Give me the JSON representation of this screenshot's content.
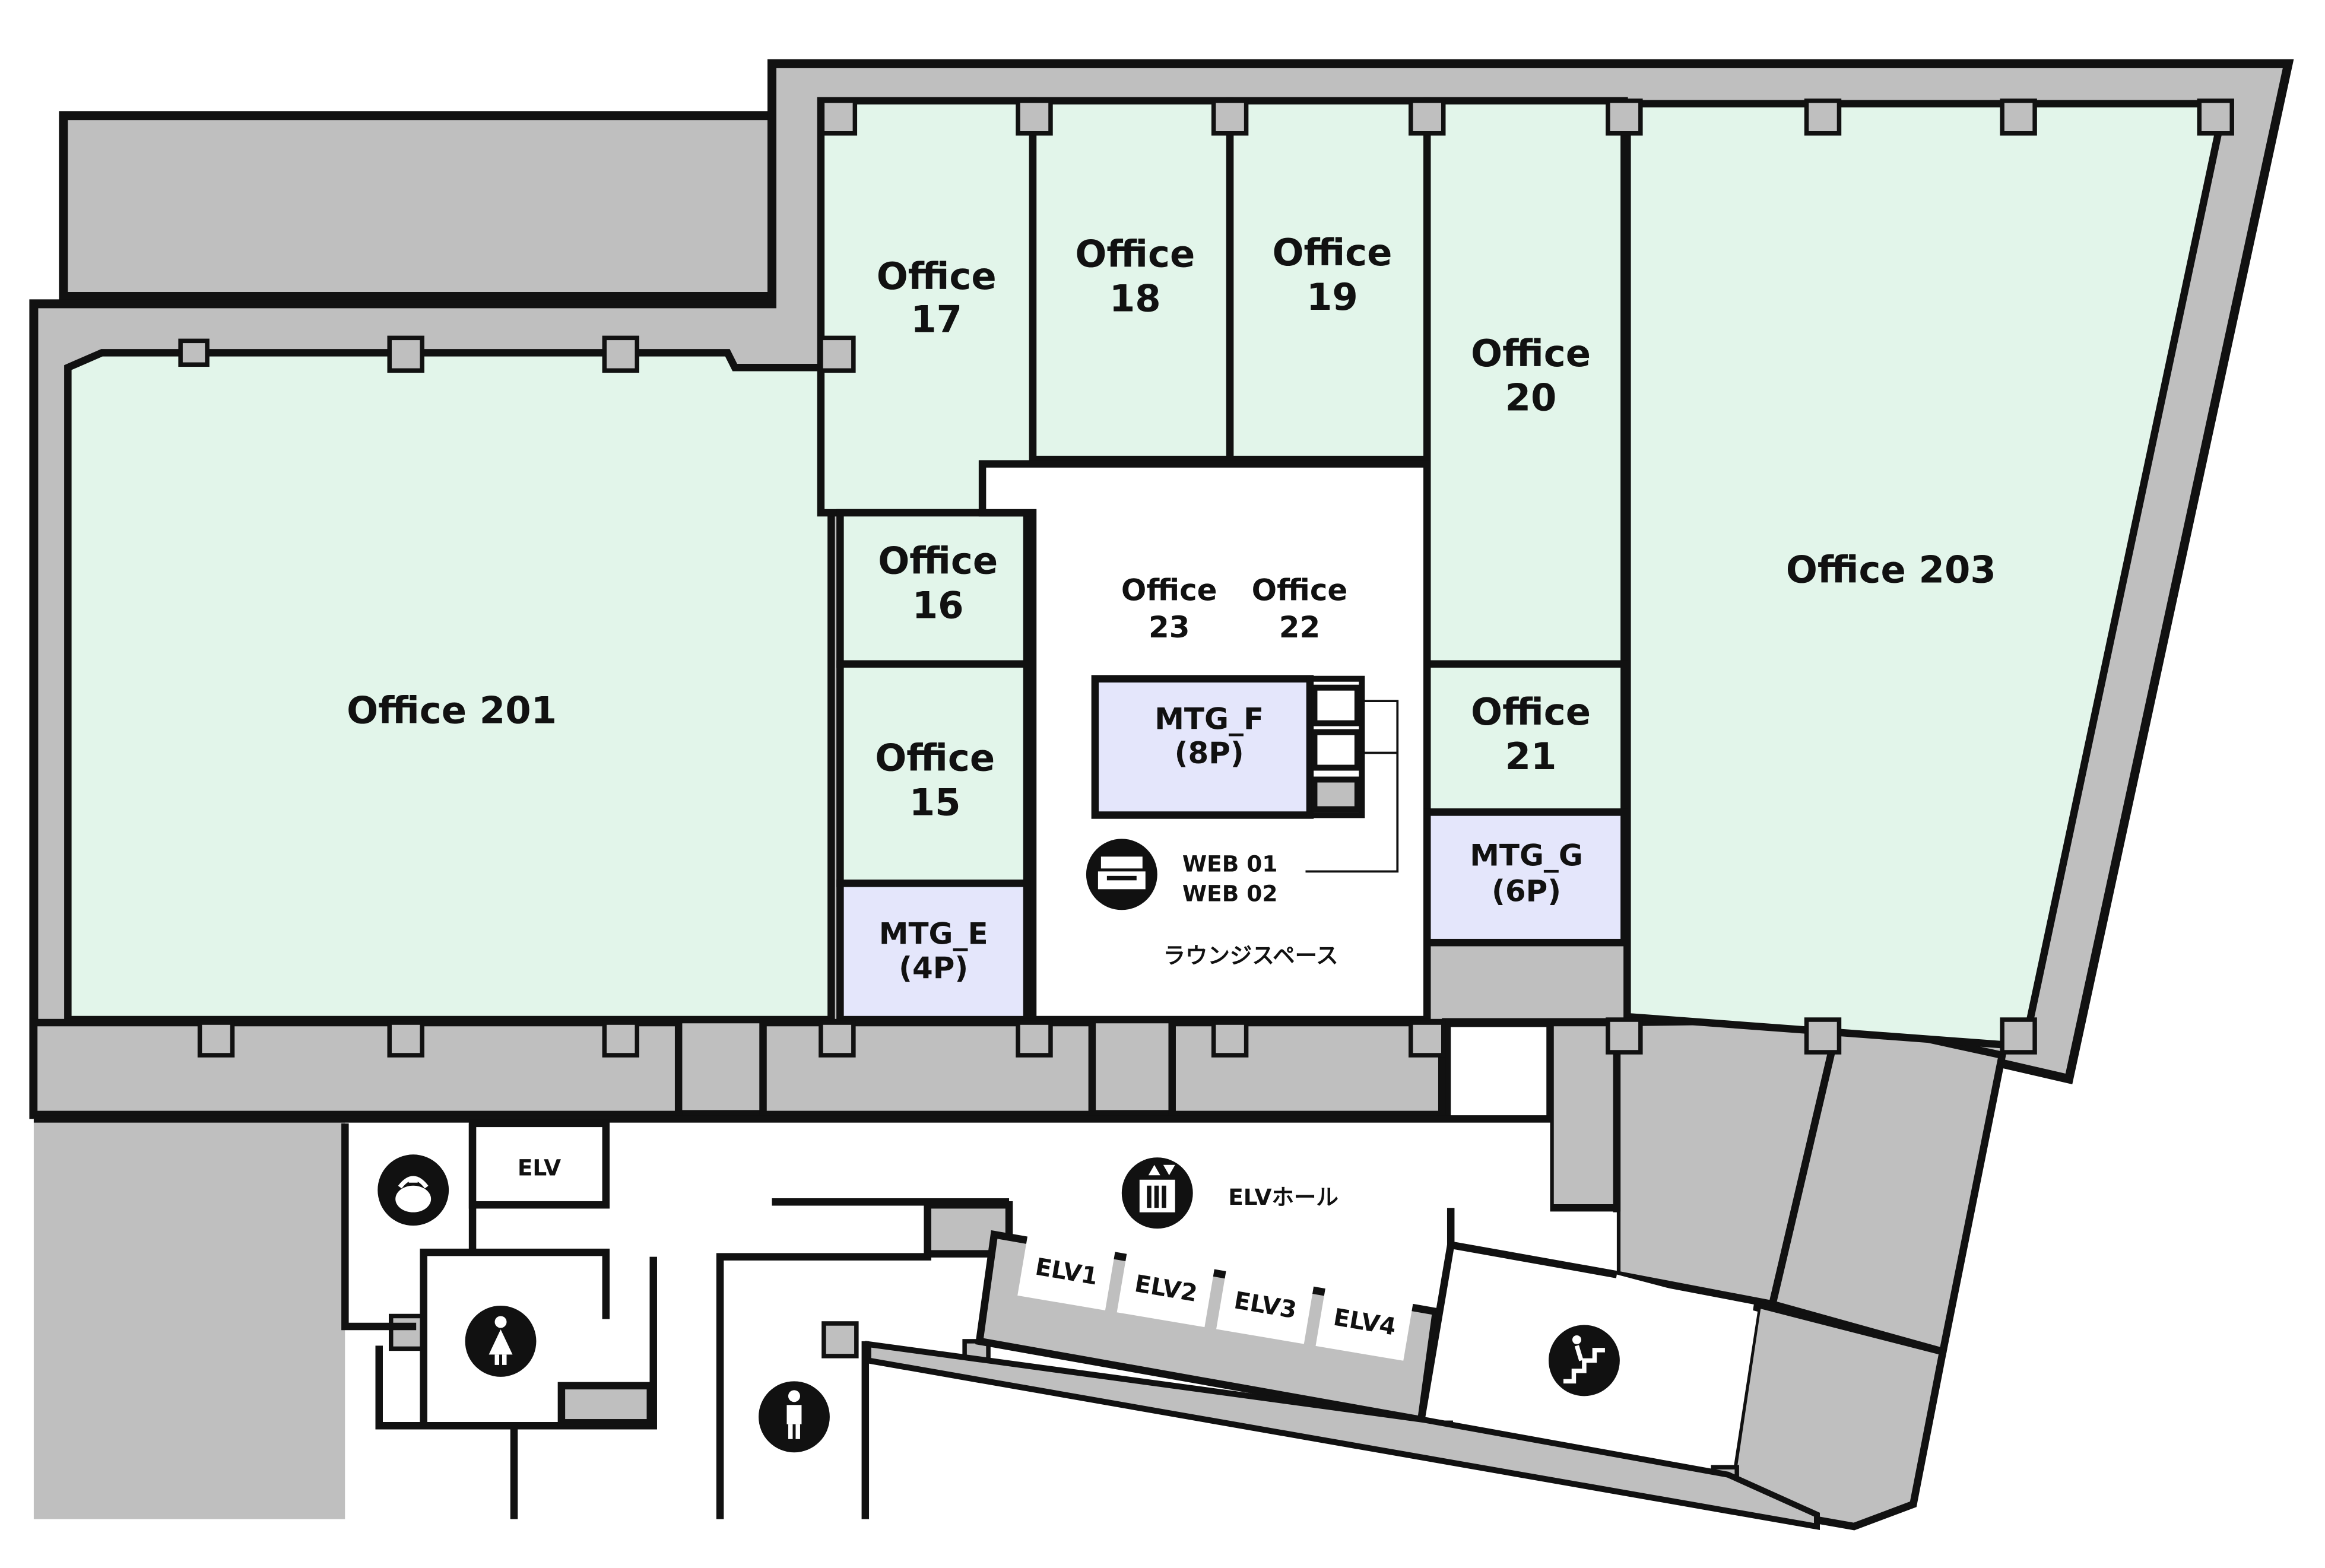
{
  "colors": {
    "office": "#e2f5ea",
    "meeting": "#e4e6fb",
    "structure": "#bfbfbf",
    "wall": "#111111",
    "open": "#ffffff"
  },
  "rooms": {
    "office_201": [
      "Office 201"
    ],
    "office_203": [
      "Office 203"
    ],
    "office_15": [
      "Office",
      "15"
    ],
    "office_16": [
      "Office",
      "16"
    ],
    "office_17": [
      "Office",
      "17"
    ],
    "office_18": [
      "Office",
      "18"
    ],
    "office_19": [
      "Office",
      "19"
    ],
    "office_20": [
      "Office",
      "20"
    ],
    "office_21": [
      "Office",
      "21"
    ],
    "office_22": [
      "Office",
      "22"
    ],
    "office_23": [
      "Office",
      "23"
    ],
    "mtg_e": [
      "MTG_E",
      "(4P)"
    ],
    "mtg_f": [
      "MTG_F",
      "(8P)"
    ],
    "mtg_g": [
      "MTG_G",
      "(6P)"
    ]
  },
  "labels": {
    "web_booths": [
      "WEB 01",
      "WEB 02"
    ],
    "lounge": "ラウンジスペース",
    "elv_hall": "ELVホール",
    "elv_small": "ELV",
    "elevators": [
      "ELV1",
      "ELV2",
      "ELV3",
      "ELV4"
    ]
  },
  "icons": [
    "copier-icon",
    "elevator-icon",
    "kettle-icon",
    "restroom-female-icon",
    "restroom-male-icon",
    "stairs-icon"
  ]
}
